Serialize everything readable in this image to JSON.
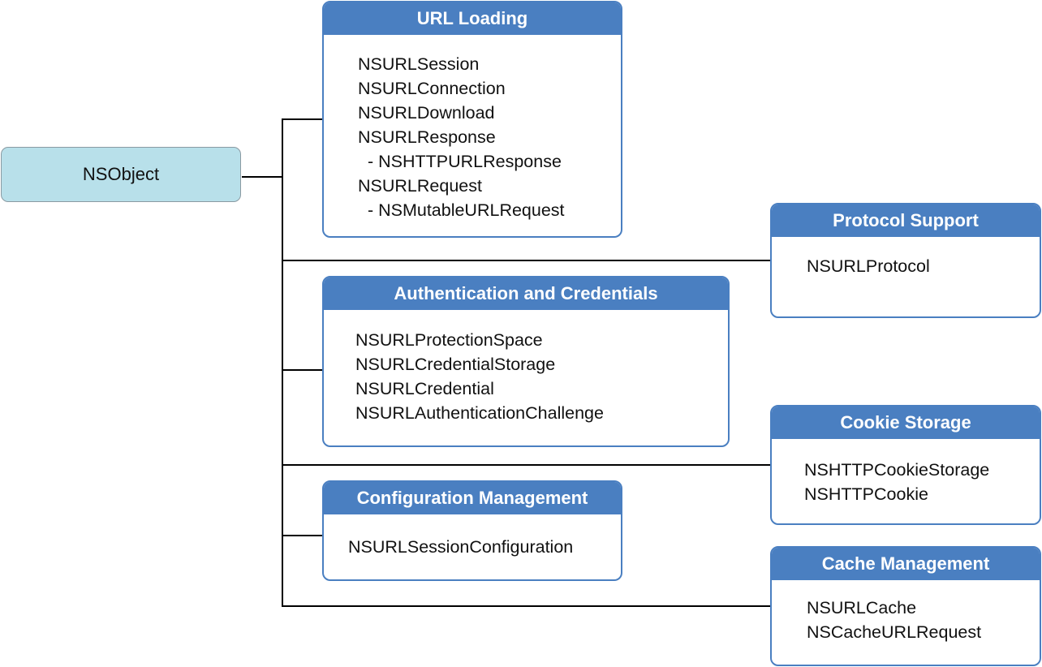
{
  "root": {
    "label": "NSObject"
  },
  "groups": [
    {
      "id": "url-loading",
      "title": "URL Loading",
      "items": [
        "NSURLSession",
        "NSURLConnection",
        "NSURLDownload",
        "NSURLResponse",
        "  - NSHTTPURLResponse",
        "NSURLRequest",
        "  - NSMutableURLRequest"
      ]
    },
    {
      "id": "authentication",
      "title": "Authentication and Credentials",
      "items": [
        "NSURLProtectionSpace",
        "NSURLCredentialStorage",
        "NSURLCredential",
        "NSURLAuthenticationChallenge"
      ]
    },
    {
      "id": "configuration",
      "title": "Configuration Management",
      "items": [
        "NSURLSessionConfiguration"
      ]
    },
    {
      "id": "protocol-support",
      "title": "Protocol Support",
      "items": [
        "NSURLProtocol"
      ]
    },
    {
      "id": "cookie-storage",
      "title": "Cookie Storage",
      "items": [
        "NSHTTPCookieStorage",
        "NSHTTPCookie"
      ]
    },
    {
      "id": "cache-management",
      "title": "Cache Management",
      "items": [
        "NSURLCache",
        "NSCacheURLRequest"
      ]
    }
  ],
  "colors": {
    "header": "#4a7fc1",
    "root_fill": "#b8e0ea",
    "connector": "#000000"
  }
}
